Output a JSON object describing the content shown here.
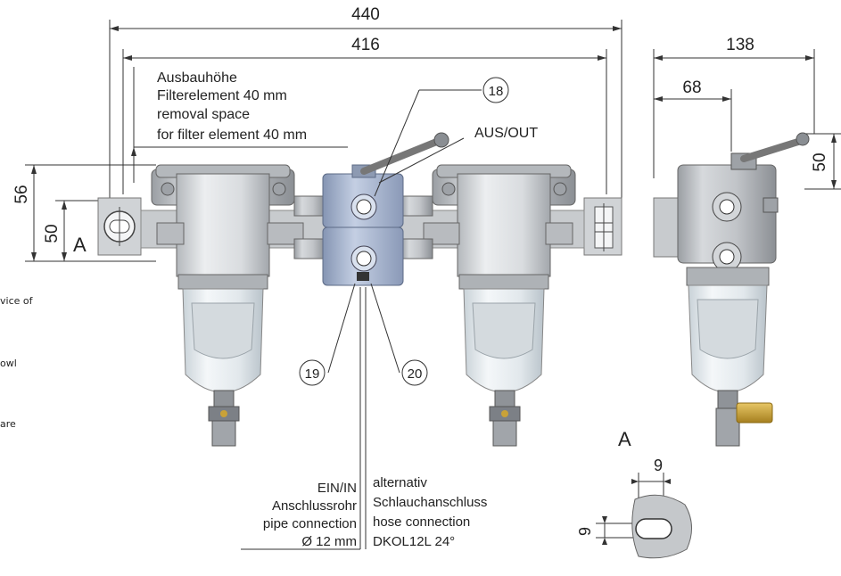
{
  "dimensions": {
    "total_width": "440",
    "inner_width": "416",
    "side_width": "138",
    "side_offset": "68",
    "height_56": "56",
    "height_50_left": "50",
    "height_50_right": "50",
    "slot_width": "9",
    "slot_height": "9"
  },
  "labels": {
    "removal_de_1": "Ausbauhöhe",
    "removal_de_2": "Filterelement 40 mm",
    "removal_en_1": "removal space",
    "removal_en_2": "for filter element 40 mm",
    "aus_out": "AUS/OUT",
    "section_a": "A",
    "detail_a": "A",
    "callout_18": "18",
    "callout_19": "19",
    "callout_20": "20",
    "in_1": "EIN/IN",
    "in_2": "Anschlussrohr",
    "in_3": "pipe connection",
    "in_4": "Ø 12 mm",
    "alt_1": "alternativ",
    "alt_2": "Schlauchanschluss",
    "alt_3": "hose connection",
    "alt_4": "DKOL12L 24°"
  },
  "side_notes": {
    "note_1": "vice of",
    "note_2": "owl",
    "note_3": "are"
  },
  "colors": {
    "metal_light": "#e4e6e8",
    "metal_mid": "#c3c6c9",
    "metal_dark": "#8f9398",
    "valve_blue": "#a9b8d2",
    "glass": "#e8eef1",
    "brass": "#c9a238",
    "line": "#333333"
  }
}
